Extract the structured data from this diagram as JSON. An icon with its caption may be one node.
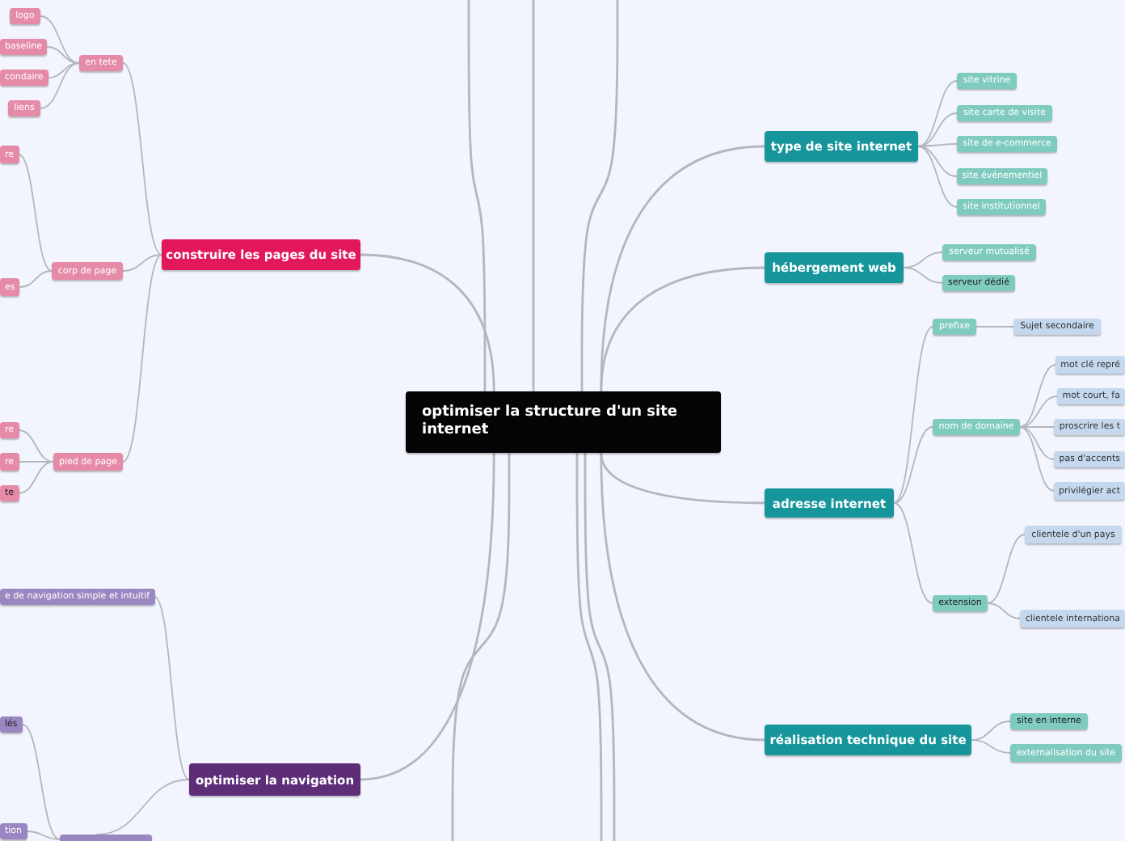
{
  "diagram": {
    "nodes": [
      {
        "text": [
          "optimiser la structure d'un site internet"
        ]
      },
      {
        "text": [
          "construire les pages du site"
        ]
      },
      {
        "text": [
          "en tete"
        ]
      },
      {
        "text": [
          "logo"
        ]
      },
      {
        "text": [
          "baseline"
        ]
      },
      {
        "text": [
          "condaire"
        ]
      },
      {
        "text": [
          "liens"
        ]
      },
      {
        "text": [
          "corp de page"
        ]
      },
      {
        "text": [
          "re"
        ]
      },
      {
        "text": [
          "es"
        ]
      },
      {
        "text": [
          "pied de page"
        ]
      },
      {
        "text": [
          "re"
        ]
      },
      {
        "text": [
          "re"
        ]
      },
      {
        "text": [
          "te"
        ]
      },
      {
        "text": [
          "optimiser la navigation"
        ]
      },
      {
        "text": [
          "e de navigation simple et intuitif"
        ]
      },
      {
        "text": [],
        "shape": "box"
      },
      {
        "text": [
          "lés"
        ]
      },
      {
        "text": [
          "tion"
        ]
      },
      {
        "text": [
          "type de site internet"
        ]
      },
      {
        "text": [
          "site vitrine"
        ]
      },
      {
        "text": [
          "site carte de visite"
        ]
      },
      {
        "text": [
          "site de e-commerce"
        ]
      },
      {
        "text": [
          "site événementiel"
        ]
      },
      {
        "text": [
          "site institutionnel"
        ]
      },
      {
        "text": [
          "hébergement web"
        ]
      },
      {
        "text": [
          "serveur mutualisé"
        ]
      },
      {
        "text": [
          "serveur dédié"
        ]
      },
      {
        "text": [
          "adresse internet"
        ]
      },
      {
        "text": [
          "prefixe"
        ]
      },
      {
        "text": [
          "Sujet secondaire"
        ]
      },
      {
        "text": [
          "nom de domaine"
        ]
      },
      {
        "text": [
          "mot clé repré"
        ]
      },
      {
        "text": [
          "mot court, fa"
        ]
      },
      {
        "text": [
          "proscrire les t"
        ]
      },
      {
        "text": [
          "pas d'accents"
        ]
      },
      {
        "text": [
          "privilégier act"
        ]
      },
      {
        "text": [
          "extension"
        ]
      },
      {
        "text": [
          "clientele d'un pays"
        ]
      },
      {
        "text": [
          "clientele internationa"
        ]
      },
      {
        "text": [
          "réalisation technique du site"
        ]
      },
      {
        "text": [
          "site en interne"
        ]
      },
      {
        "text": [
          "externalisation du site"
        ]
      }
    ],
    "edges": [
      {
        "from": 0,
        "to": 1,
        "arrow": "none"
      },
      {
        "from": 0,
        "to": 14,
        "arrow": "none"
      },
      {
        "from": 0,
        "to": 19,
        "arrow": "none"
      },
      {
        "from": 0,
        "to": 25,
        "arrow": "none"
      },
      {
        "from": 0,
        "to": 28,
        "arrow": "none"
      },
      {
        "from": 0,
        "to": 40,
        "arrow": "none"
      },
      {
        "from": 0,
        "to": null,
        "arrow": "none"
      },
      {
        "from": 0,
        "to": null,
        "arrow": "none"
      },
      {
        "from": 0,
        "to": null,
        "arrow": "none"
      },
      {
        "from": 0,
        "to": null,
        "arrow": "none"
      },
      {
        "from": 0,
        "to": null,
        "arrow": "none"
      },
      {
        "from": 0,
        "to": null,
        "arrow": "none"
      },
      {
        "from": 1,
        "to": 2,
        "arrow": "none"
      },
      {
        "from": 1,
        "to": 7,
        "arrow": "none"
      },
      {
        "from": 1,
        "to": 10,
        "arrow": "none"
      },
      {
        "from": 2,
        "to": 3,
        "arrow": "none"
      },
      {
        "from": 2,
        "to": 4,
        "arrow": "none"
      },
      {
        "from": 2,
        "to": 5,
        "arrow": "none"
      },
      {
        "from": 2,
        "to": 6,
        "arrow": "none"
      },
      {
        "from": 7,
        "to": 8,
        "arrow": "none"
      },
      {
        "from": 7,
        "to": 9,
        "arrow": "none"
      },
      {
        "from": 10,
        "to": 11,
        "arrow": "none"
      },
      {
        "from": 10,
        "to": 12,
        "arrow": "none"
      },
      {
        "from": 10,
        "to": 13,
        "arrow": "none"
      },
      {
        "from": 14,
        "to": 15,
        "arrow": "none"
      },
      {
        "from": 14,
        "to": 16,
        "arrow": "none"
      },
      {
        "from": 16,
        "to": 17,
        "arrow": "none"
      },
      {
        "from": 16,
        "to": 18,
        "arrow": "none"
      },
      {
        "from": 19,
        "to": 20,
        "arrow": "none"
      },
      {
        "from": 19,
        "to": 21,
        "arrow": "none"
      },
      {
        "from": 19,
        "to": 22,
        "arrow": "none"
      },
      {
        "from": 19,
        "to": 23,
        "arrow": "none"
      },
      {
        "from": 19,
        "to": 24,
        "arrow": "none"
      },
      {
        "from": 25,
        "to": 26,
        "arrow": "none"
      },
      {
        "from": 25,
        "to": 27,
        "arrow": "none"
      },
      {
        "from": 28,
        "to": 29,
        "arrow": "none"
      },
      {
        "from": 28,
        "to": 31,
        "arrow": "none"
      },
      {
        "from": 28,
        "to": 37,
        "arrow": "none"
      },
      {
        "from": 29,
        "to": 30,
        "arrow": "none"
      },
      {
        "from": 31,
        "to": 32,
        "arrow": "none"
      },
      {
        "from": 31,
        "to": 33,
        "arrow": "none"
      },
      {
        "from": 31,
        "to": 34,
        "arrow": "none"
      },
      {
        "from": 31,
        "to": 35,
        "arrow": "none"
      },
      {
        "from": 31,
        "to": 36,
        "arrow": "none"
      },
      {
        "from": 37,
        "to": 38,
        "arrow": "none"
      },
      {
        "from": 37,
        "to": 39,
        "arrow": "none"
      },
      {
        "from": 40,
        "to": 41,
        "arrow": "none"
      },
      {
        "from": 40,
        "to": 42,
        "arrow": "none"
      }
    ]
  }
}
